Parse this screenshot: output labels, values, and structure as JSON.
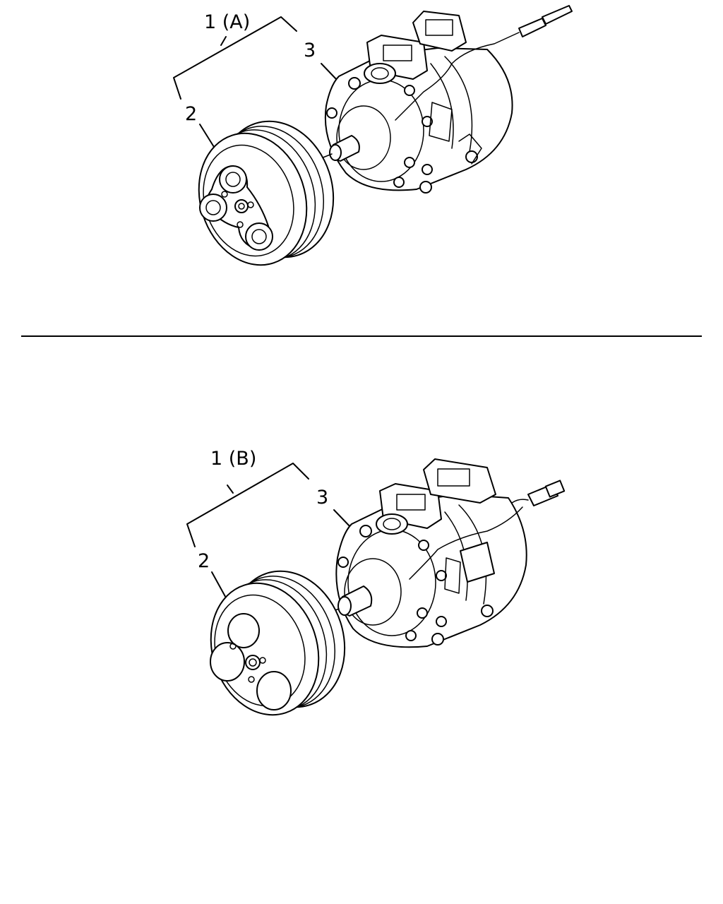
{
  "figure": {
    "top": {
      "assembly_label": "1 (A)",
      "compressor_label": "3",
      "clutch_label": "2"
    },
    "bottom": {
      "assembly_label": "1 (B)",
      "compressor_label": "3",
      "clutch_label": "2"
    }
  }
}
